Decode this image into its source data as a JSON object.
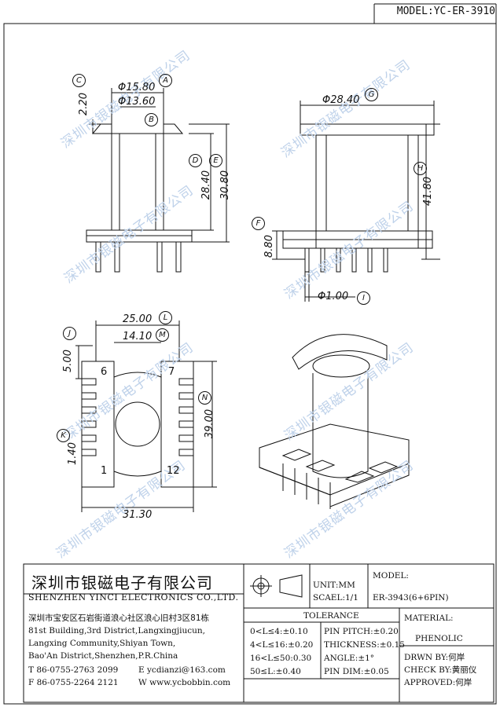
{
  "model_label": "MODEL:YC-ER-3910",
  "watermark": "深圳市银磁电子有限公司",
  "dimensions": {
    "phi_15_80": "Φ15.80",
    "phi_13_60": "Φ13.60",
    "d_2_20": "2.20",
    "d_28_40": "28.40",
    "d_30_80": "30.80",
    "phi_28_40": "Φ28.40",
    "d_41_80": "41.80",
    "d_8_80": "8.80",
    "phi_1_00": "Φ1.00",
    "d_25_00": "25.00",
    "d_14_10": "14.10",
    "d_5_00": "5.00",
    "d_1_40": "1.40",
    "d_39_00": "39.00",
    "d_31_30": "31.30"
  },
  "callouts": [
    "A",
    "B",
    "C",
    "D",
    "E",
    "F",
    "G",
    "H",
    "I",
    "J",
    "K",
    "L",
    "M",
    "N"
  ],
  "pin_numbers": {
    "p6": "6",
    "p7": "7",
    "p1": "1",
    "p12": "12"
  },
  "title_block": {
    "company_cn": "深圳市银磁电子有限公司",
    "company_en": "SHENZHEN YINCI ELECTRONICS CO.,LTD.",
    "address_cn": "深圳市宝安区石岩街道浪心社区浪心旧村3区81栋",
    "address_en": [
      "81st Building,3rd District,Langxingjiucun,",
      "Langxing Community,Shiyan Town,",
      "Bao'An District,Shenzhen,P.R.China"
    ],
    "tel": "T  86-0755-2763 2099",
    "fax": "F  86-0755-2264 2121",
    "email": "E  ycdianzi@163.com",
    "web": "W  www.ycbobbin.com",
    "unit": "UNIT:MM",
    "scale": "SCAEL:1/1",
    "model_hdr": "MODEL:",
    "model_val": "ER-3943(6+6PIN)",
    "tolerance_hdr": "TOLERANCE",
    "tol_left": [
      "0<L≤4:±0.10",
      "4<L≤16:±0.20",
      "16<L≤50:0.30",
      "50≤L:±0.40"
    ],
    "tol_right": [
      "PIN PITCH:±0.20",
      "THICKNESS:±0.15",
      "ANGLE:±1°",
      "PIN DIM:±0.05"
    ],
    "material_hdr": "MATERIAL:",
    "material_val": "PHENOLIC",
    "drawn": "DRWN BY:何岸",
    "check": "CHECK BY:黄丽仪",
    "approved": "APPROVED:何岸"
  }
}
